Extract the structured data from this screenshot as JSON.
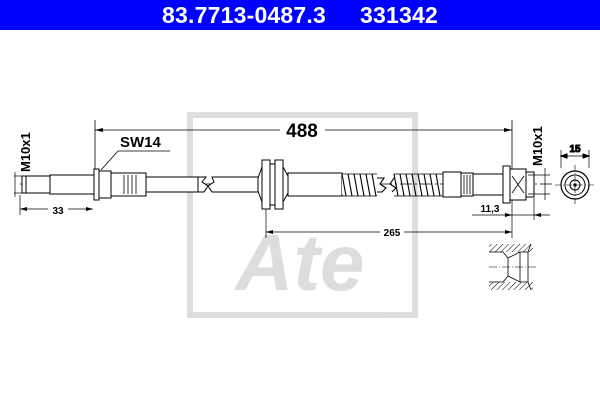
{
  "header": {
    "part_number": "83.7713-0487.3",
    "ref_number": "331342",
    "background_color": "#0000ff",
    "text_color": "#ffffff"
  },
  "drawing": {
    "type": "brake hose technical drawing",
    "watermark": "Ate",
    "dimensions": {
      "overall_length": "488",
      "thread_left": "M10x1",
      "thread_right": "M10x1",
      "wrench_size": "SW14",
      "left_fitting_length": "33",
      "bracket_to_end": "265",
      "right_fitting_offset": "11,3",
      "end_view_diameter": "15"
    }
  }
}
